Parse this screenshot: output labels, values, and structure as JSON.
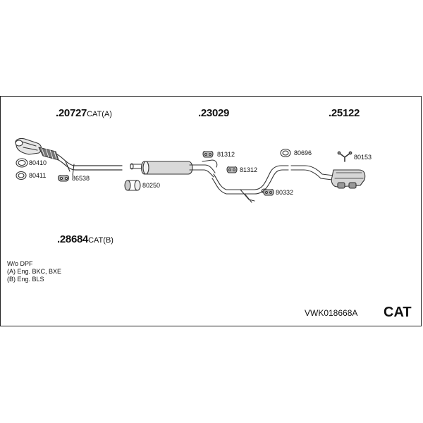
{
  "labels": {
    "p20727": {
      "num": ".20727",
      "suffix": "CAT(A)"
    },
    "p23029": {
      "num": ".23029"
    },
    "p25122": {
      "num": ".25122"
    },
    "p28684": {
      "num": ".28684",
      "suffix": "CAT(B)"
    }
  },
  "parts": {
    "p80410": "80410",
    "p80411": "80411",
    "p86538": "86538",
    "p80250": "80250",
    "p81312a": "81312",
    "p81312b": "81312",
    "p80332": "80332",
    "p80696": "80696",
    "p80153": "80153"
  },
  "notes": [
    "W/o DPF",
    "(A) Eng. BKC, BXE",
    "(B) Eng. BLS"
  ],
  "reference": "VWK018668A",
  "category": "CAT"
}
